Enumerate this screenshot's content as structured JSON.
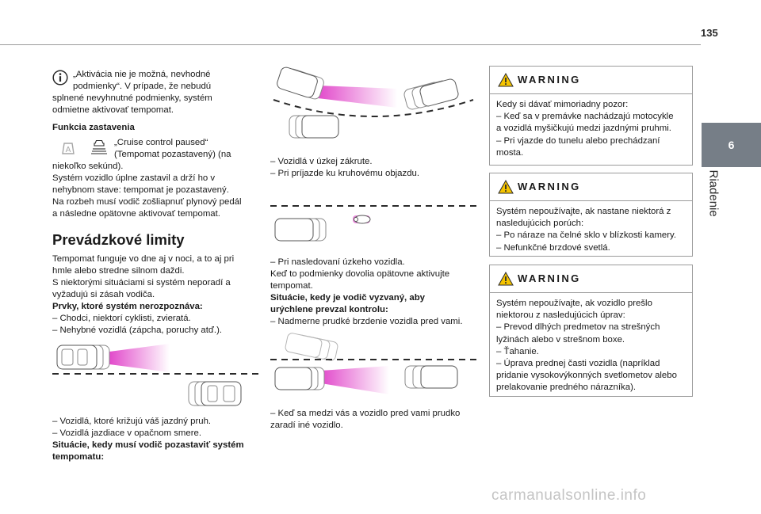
{
  "page": {
    "number": "135",
    "chapter_number": "6",
    "chapter_title": "Riadenie",
    "watermark": "carmanualsonline.info"
  },
  "col1": {
    "info_text": [
      "„Aktivácia nie je možná, nevhodné",
      "podmienky“. V prípade, že nebudú",
      "splnené nevyhnutné podmienky, systém",
      "odmietne aktivovať tempomat."
    ],
    "stop_heading": "Funkcia zastavenia",
    "cruise_text": [
      "„Cruise control paused“",
      "(Tempomat pozastavený) (na"
    ],
    "stop_text": [
      "niekoľko sekúnd).",
      "Systém vozidlo úplne zastavil a drží ho v",
      "nehybnom stave: tempomat je pozastavený.",
      "Na rozbeh musí vodič zošliapnuť plynový pedál",
      "a následne opätovne aktivovať tempomat."
    ],
    "section_heading": "Prevádzkové limity",
    "limits_text": [
      "Tempomat funguje vo dne aj v noci, a to aj pri",
      "hmle alebo stredne silnom daždi.",
      "S niektorými situáciami si systém neporadí a",
      "vyžadujú si zásah vodiča."
    ],
    "unrecognized_heading": "Prvky, ktoré systém nerozpoznáva:",
    "unrecognized_items": [
      "–  Chodci, niektorí cyklisti, zvieratá.",
      "–  Nehybné vozidlá (zápcha, poruchy atď.)."
    ],
    "crossing_items": [
      "–  Vozidlá, ktoré križujú váš jazdný pruh.",
      "–  Vozidlá jazdiace v opačnom smere."
    ],
    "pause_heading": [
      "Situácie, kedy musí vodič pozastaviť systém",
      "tempomatu:"
    ]
  },
  "col2": {
    "curve_items": [
      "–  Vozidlá v úzkej zákrute.",
      "–  Pri príjazde ku kruhovému objazdu."
    ],
    "narrow_item": "–  Pri nasledovaní úzkeho vozidla.",
    "reactivate_text": [
      "Keď to podmienky dovolia opätovne aktivujte",
      "tempomat."
    ],
    "takeover_heading": [
      "Situácie, kedy je vodič vyzvaný, aby",
      "urýchlene prevzal kontrolu:"
    ],
    "braking_item": "–  Nadmerne prudké brzdenie vozidla pred vami.",
    "cut_in_item": [
      "–  Keď sa medzi vás a vozidlo pred vami prudko",
      "zaradí iné vozidlo."
    ]
  },
  "warnings": [
    {
      "title": "WARNING",
      "lines": [
        "Kedy si dávať mimoriadny pozor:",
        "–  Keď sa v premávke nachádzajú motocykle",
        "a vozidlá myšičkujú medzi jazdnými pruhmi.",
        "–  Pri vjazde do tunelu alebo prechádzaní",
        "mosta."
      ]
    },
    {
      "title": "WARNING",
      "lines": [
        "Systém nepoužívajte, ak nastane niektorá z",
        "nasledujúcich porúch:",
        "–  Po náraze na čelné sklo v blízkosti kamery.",
        "–  Nefunkčné brzdové svetlá."
      ]
    },
    {
      "title": "WARNING",
      "lines": [
        "Systém nepoužívajte, ak vozidlo prešlo",
        "niektorou z nasledujúcich úprav:",
        "–  Prevod dlhých predmetov na strešných",
        "lyžinách alebo v strešnom boxe.",
        "–  Ťahanie.",
        "–  Úprava prednej časti vozidla (napríklad",
        "pridanie vysokovýkonných svetlometov alebo",
        "prelakovanie predného nárazníka)."
      ]
    }
  ],
  "colors": {
    "accent_pink": "#e040c8",
    "tab_gray": "#767e87",
    "warning_yellow": "#f5c400"
  }
}
